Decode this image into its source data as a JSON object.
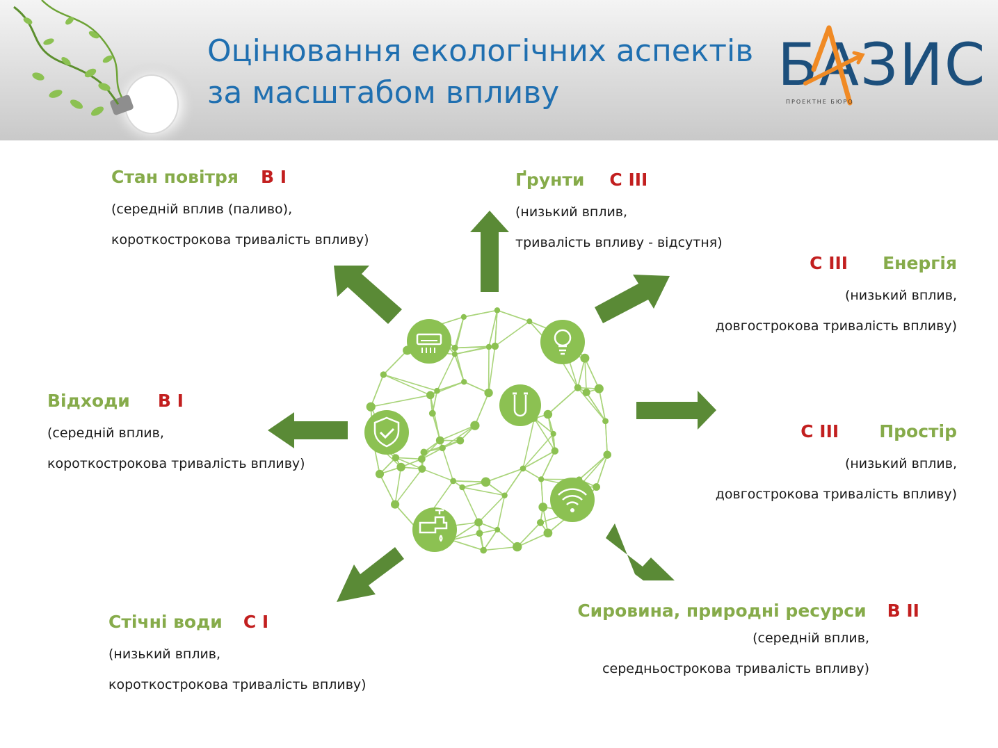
{
  "header": {
    "title_line1": "Оцінювання екологічних аспектів",
    "title_line2": "за масштабом впливу",
    "logo": {
      "text": "БАЗИС",
      "subtitle": "ПРОЕКТНЕ БЮРО",
      "brand_color": "#1c4f7c",
      "accent_color": "#f08a24"
    }
  },
  "colors": {
    "name_green": "#86ab4a",
    "code_red": "#c21f1f",
    "arrow_green": "#5a8a36",
    "node_green": "#8cc152"
  },
  "aspects": [
    {
      "id": "air",
      "name": "Стан повітря",
      "code": "В І",
      "desc_line1": "(середній вплив (паливо),",
      "desc_line2": "короткострокова тривалість впливу)"
    },
    {
      "id": "soil",
      "name": "Ґрунти",
      "code": "С ІІІ",
      "desc_line1": "(низький вплив,",
      "desc_line2": "тривалість впливу - відсутня)"
    },
    {
      "id": "energy",
      "name": "Енергія",
      "code": "С ІІІ",
      "desc_line1": "(низький вплив,",
      "desc_line2": "довгострокова тривалість впливу)"
    },
    {
      "id": "space",
      "name": "Простір",
      "code": "С ІІІ",
      "desc_line1": "(низький вплив,",
      "desc_line2": "довгострокова тривалість впливу)"
    },
    {
      "id": "waste",
      "name": "Відходи",
      "code": "В І",
      "desc_line1": "(середній вплив,",
      "desc_line2": "короткострокова тривалість впливу)"
    },
    {
      "id": "wastewater",
      "name": "Стічні води",
      "code": "С І",
      "desc_line1": "(низький вплив,",
      "desc_line2": "короткострокова тривалість впливу)"
    },
    {
      "id": "resources",
      "name": "Сировина, природні ресурси",
      "code": "В ІІ",
      "desc_line1": "(середній вплив,",
      "desc_line2": "середньострокова тривалість впливу)"
    }
  ],
  "icons": [
    "air-conditioner-icon",
    "lightbulb-icon",
    "plug-icon",
    "shield-check-icon",
    "wifi-icon",
    "water-tap-icon"
  ]
}
